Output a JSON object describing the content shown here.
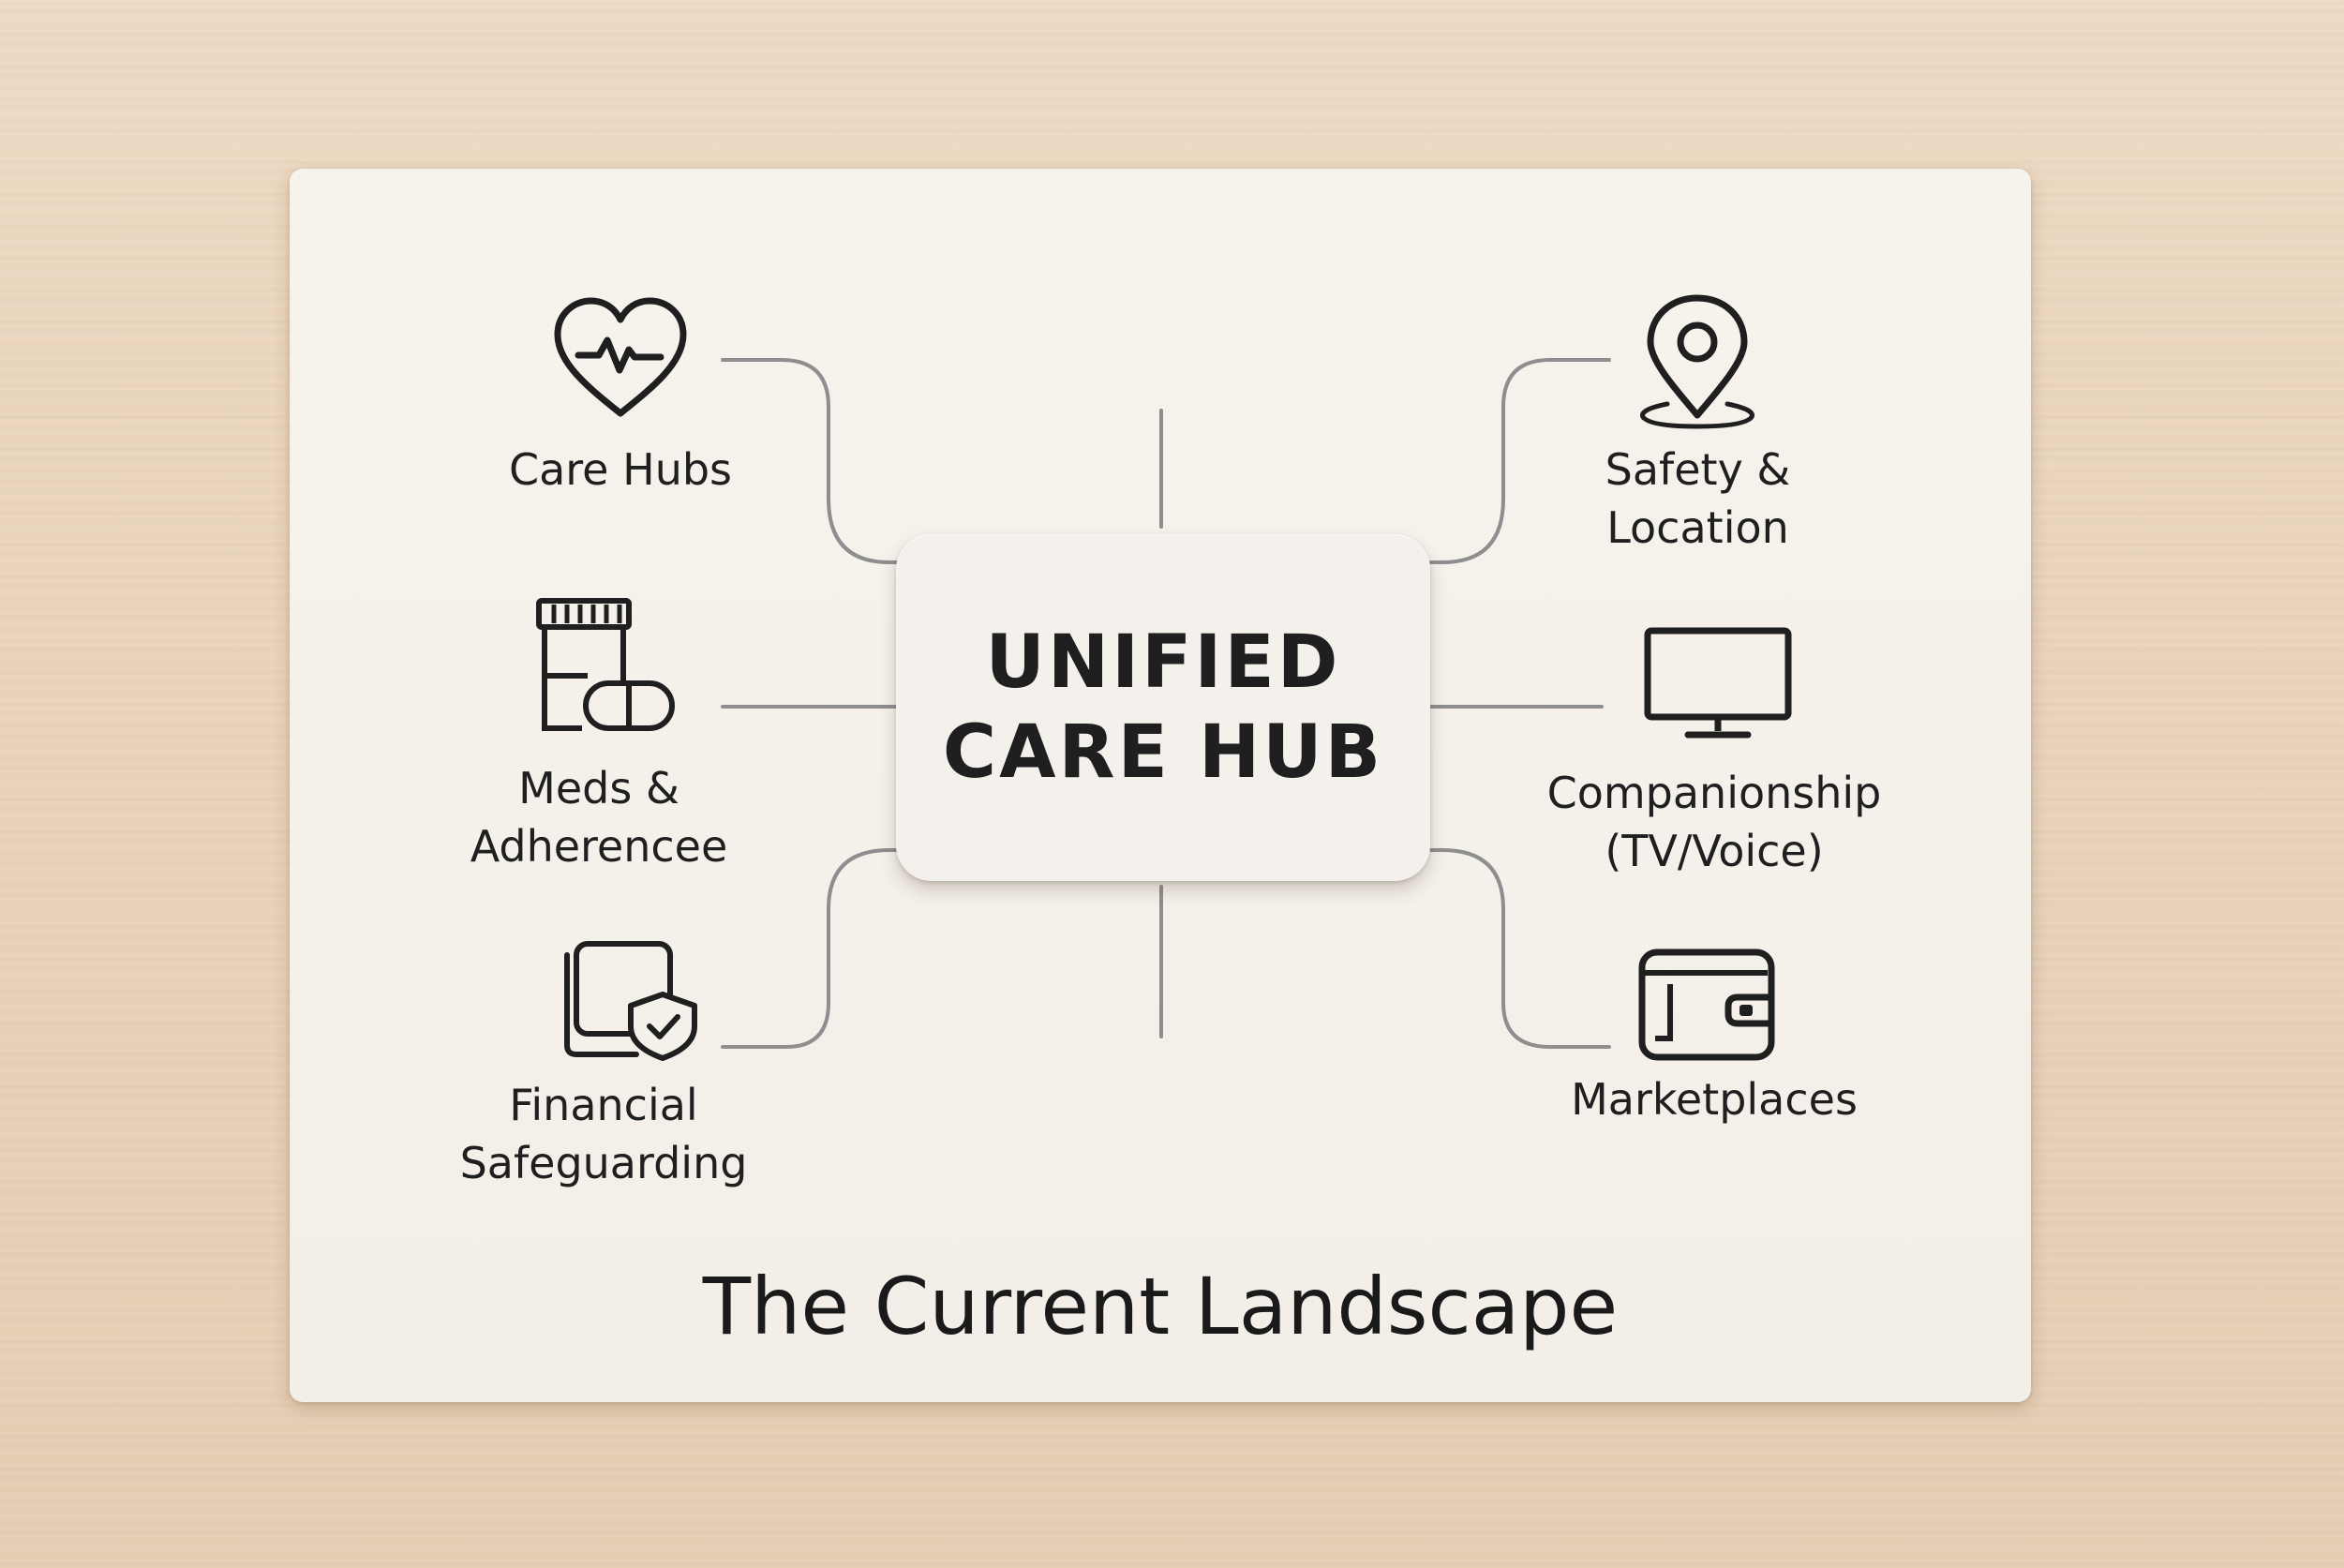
{
  "hub": {
    "line1": "UNIFIED",
    "line2": "CARE HUB"
  },
  "nodes": {
    "care_hubs": {
      "label": "Care Hubs",
      "icon": "heart-pulse-icon"
    },
    "meds": {
      "line1": "Meds &",
      "line2": "Adherencee",
      "icon": "pill-bottle-icon"
    },
    "financial": {
      "line1": "Financial",
      "line2": "Safeguarding",
      "icon": "shield-folder-icon"
    },
    "safety": {
      "line1": "Safety &",
      "line2": "Location",
      "icon": "location-pin-icon"
    },
    "companionship": {
      "line1": "Companionship",
      "line2": "(TV/Voice)",
      "icon": "monitor-icon"
    },
    "marketplaces": {
      "label": "Marketplaces",
      "icon": "wallet-icon"
    }
  },
  "footer": {
    "title": "The Current Landscape"
  },
  "colors": {
    "background": "#ead5be",
    "board": "#f5f1eb",
    "connector": "#8c8c8c",
    "text": "#1f1f1f"
  }
}
